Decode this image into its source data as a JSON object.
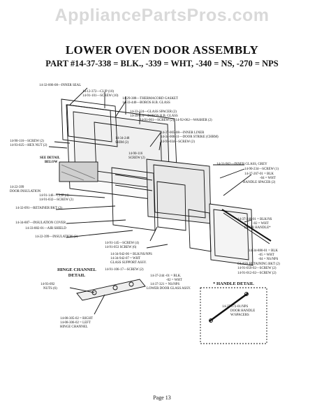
{
  "watermark": "AppliancePartsPros.com",
  "title": "LOWER OVEN DOOR ASSEMBLY",
  "subtitle": "PART #14-37-338 = BLK., -339 = WHT, -340 = NS, -270 = NPS",
  "callouts": {
    "inner_seal": "14-32-006-08—INNER SEAL",
    "clip_10": "14-12-372—CLIP (10)",
    "screw_10": "14-91-101—SCREW (10)",
    "thermacord": "14-29-388—THERMACORD GASKET",
    "boros_hb": "14-33-440—BOROS H.B. GLASS",
    "glass_spacer": "14-33-324—GLASS SPACER (2)",
    "boros_hb2": "14-39-076—BOROS H.B. GLASS",
    "screw_washer": "14-91-061—SCREW (2), 14-92-062—WASHER (2)",
    "inner_liner": "14-37-005-08—INNER LINER",
    "door_strike": "14-34-006-11—DOOR STRIKE (CHRM)",
    "screw_2_a": "14-91-034—SCREW (2)",
    "shim_248": "14-34-248",
    "shim_2": "SHIM (2)",
    "screw_90_116": "14-90-116",
    "screw_2_b": "SCREW (2)",
    "screw_2_left": "14-90-116—SCREW (2)",
    "hex_nut": "14-93-025—HEX NUT (2)",
    "see_detail": "SEE DETAIL",
    "below": "BELOW",
    "door_insul_num": "14-22-399",
    "door_insul": "DOOR INSULATION",
    "clip_4": "14-91-146—CLIP (4)",
    "screw_2_c": "14-91-032—SCREW (2)",
    "retainer_brkt": "14-32-091—RETAINER BKT (2)",
    "insul_cover": "14-34-887—INSULATION COVER",
    "air_shield": "14-33-882-01—AIR SHIELD",
    "insulation_2": "14-22-399—INSULATION (2)",
    "inner_glass": "14-31-962—INNER GLASS, GREY",
    "screw_1": "14-90-234—SCREW (1)",
    "handle_spacer_num": "14-37-267-01 = BLK",
    "handle_spacer_wht": "-04 = WHT",
    "handle_spacer": "HANDLE SPACER (2)",
    "screw_4": "14-91-145—SCREW (4)",
    "screw_6": "14-91-053 SCREW (6)",
    "support_num": "14-34-942-06 = BLK/NS/NPS",
    "support_wht": "14-34-942-07 = WHT",
    "support": "GLASS SUPPORT ASSY.",
    "screw_2_d": "14-91-106-17—SCREW (2)",
    "door_handle_num": "14-37-246-01 = BLK/NS",
    "door_handle_wht": "-02 = WHT",
    "door_handle": "DOOR HANDLE*",
    "retaining_num": "14-34-880-01 = BLK",
    "retaining_wht": "-05 = WHT",
    "retaining_ns": "-04 = NS/NPS",
    "retaining": "GLASS RETAINING BKT (2)",
    "screw_2_e": "14-91-059-02—SCREW (2)",
    "screw_2_f": "14-91-012-02—SCREW (2)",
    "lower_glass_num": "14-37-244 -01 = BLK.",
    "lower_glass_wht": "-02 = WHT",
    "lower_glass_ns": "14-37-321 = NS/NPS",
    "lower_glass": "LOWER DOOR GLASS ASSY."
  },
  "hinge_detail": {
    "title_1": "HINGE CHANNEL",
    "title_2": "DETAIL",
    "nut_num": "14-93-092",
    "nut": "NUTS (6)",
    "right": "14-08-305-02 = RIGHT",
    "left": "14-08-306-02 = LEFT",
    "channel": "HINGE CHANNEL"
  },
  "handle_detail": {
    "title": "* HANDLE DETAIL",
    "num": "14-37-372-01/NPS",
    "label_1": "DOOR HANDLE",
    "label_2": "W/SPACERS"
  },
  "page": "Page 13"
}
